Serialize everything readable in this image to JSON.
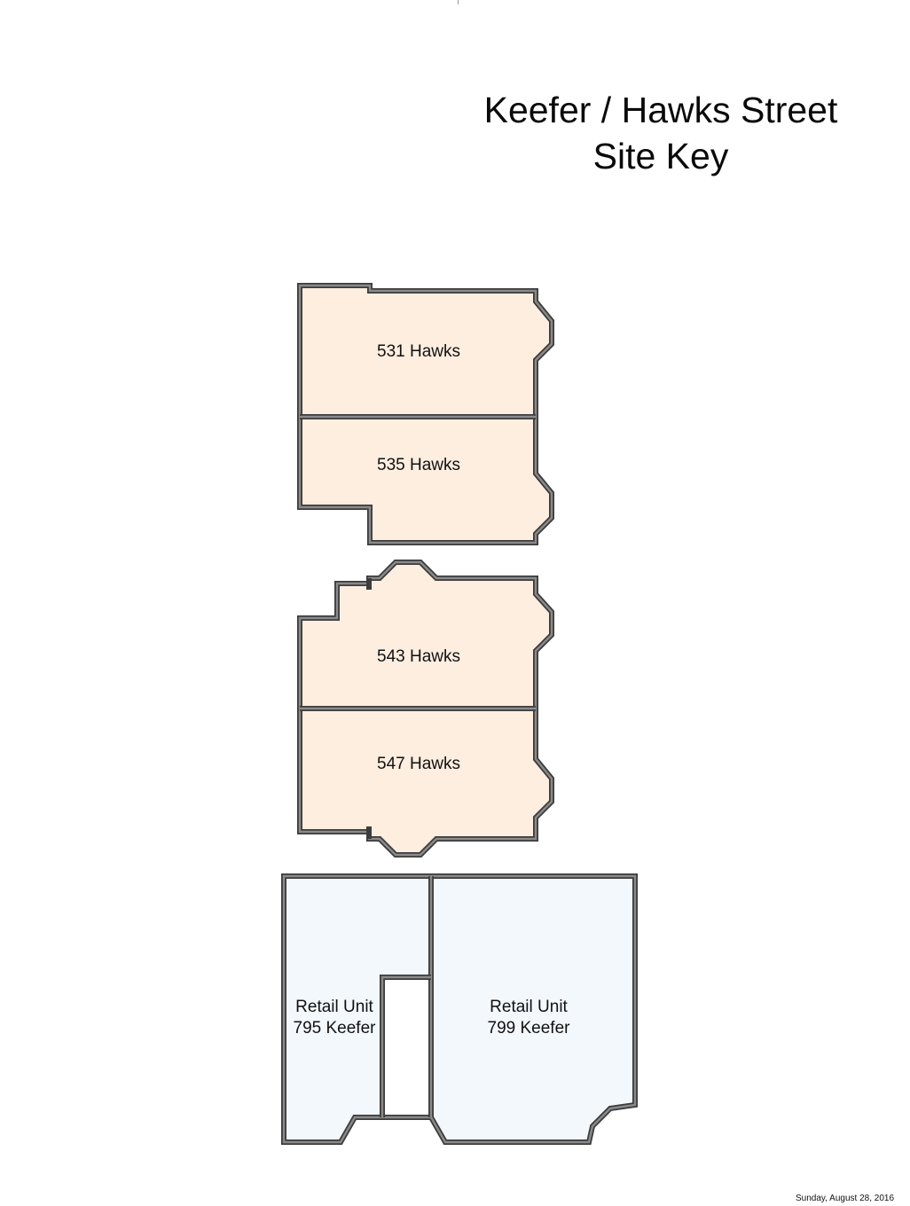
{
  "title": {
    "line1": "Keefer / Hawks Street",
    "line2": "Site Key"
  },
  "colors": {
    "residential_fill": "#fdeee0",
    "retail_fill": "#f3f8fd",
    "wall_dark": "#3c3c3c",
    "wall_mid": "#8a8a8a",
    "background": "#ffffff"
  },
  "buildings": [
    {
      "name": "hawks-north-building",
      "units": [
        {
          "label": "531 Hawks",
          "type": "residential"
        },
        {
          "label": "535 Hawks",
          "type": "residential"
        }
      ]
    },
    {
      "name": "hawks-south-building",
      "units": [
        {
          "label": "543 Hawks",
          "type": "residential"
        },
        {
          "label": "547 Hawks",
          "type": "residential"
        }
      ]
    },
    {
      "name": "keefer-retail-building",
      "units": [
        {
          "label_line1": "Retail Unit",
          "label_line2": "795 Keefer",
          "type": "retail"
        },
        {
          "label_line1": "Retail Unit",
          "label_line2": "799 Keefer",
          "type": "retail"
        }
      ]
    }
  ],
  "footer": {
    "date": "Sunday, August 28, 2016"
  }
}
